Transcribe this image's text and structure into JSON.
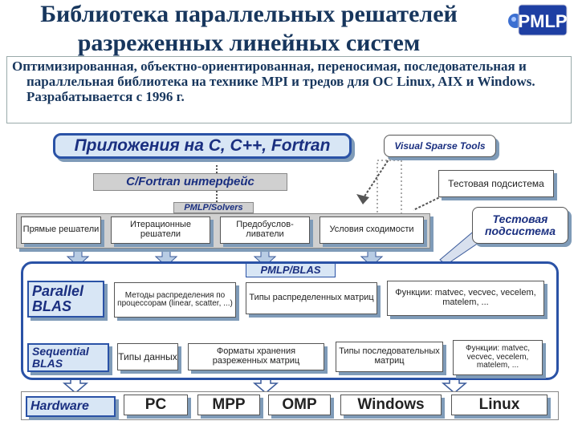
{
  "title_line1": "Библиотека параллельных решателей",
  "title_line2": "разреженных линейных систем",
  "logo_text": "PMLP",
  "description": "Оптимизированная, объектно-ориентированная, переносимая, последовательная и параллельная библиотека на технике MPI и тредов для ОС Linux, AIX и Windows. Разрабатывается с 1996 г.",
  "apps": "Приложения на C, C++, Fortran",
  "vst": "Visual Sparse Tools",
  "iface": "C/Fortran интерфейс",
  "test1": "Тестовая подсистема",
  "test2": "Тестовая подсистема",
  "solvers_tab": "PMLP/Solvers",
  "solvers": [
    "Прямые решатели",
    "Итерационные решатели",
    "Предобуслов-ливатели",
    "Условия сходимости"
  ],
  "blas_tab": "PMLP/BLAS",
  "parallel_label": "Parallel BLAS",
  "parallel_items": [
    "Методы распределения по процессорам (linear, scatter, ...)",
    "Типы распределенных матриц",
    "Функции: matvec, veсvec, vecelem, matelem, ..."
  ],
  "sequential_label": "Sequential BLAS",
  "sequential_items": [
    "Типы данных",
    "Форматы хранения разреженных матриц",
    "Типы последовательных матриц",
    "Функции: matvec, vecvec, vecelem, matelem, ..."
  ],
  "hardware_label": "Hardware",
  "hardware_items": [
    "PC",
    "MPP",
    "OMP",
    "Windows",
    "Linux"
  ]
}
